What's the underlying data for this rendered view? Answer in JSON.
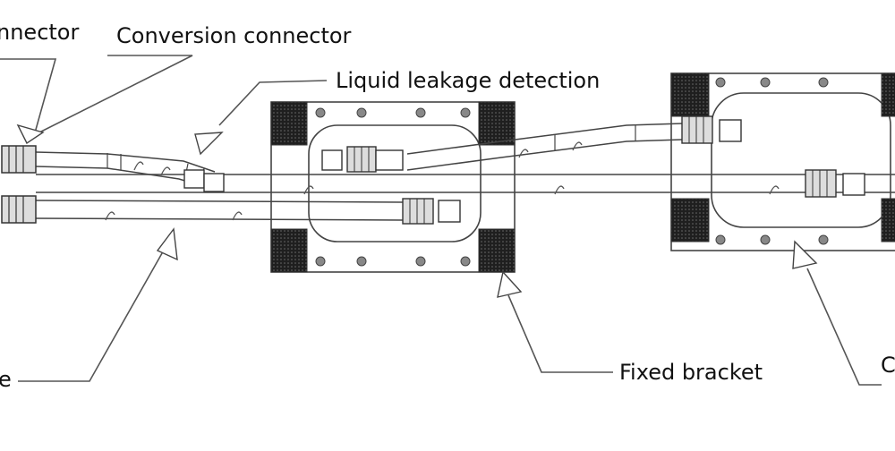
{
  "diagram": {
    "labels": {
      "connector_partial": "nnector",
      "conversion_connector": "Conversion connector",
      "liquid_leakage": "Liquid leakage detection",
      "pipe_partial": "e",
      "fixed_bracket": "Fixed bracket",
      "right_partial": "C"
    },
    "colors": {
      "line": "#444444",
      "fill": "#ffffff",
      "dark_block": "#2a2a2a",
      "text": "#111111"
    }
  }
}
